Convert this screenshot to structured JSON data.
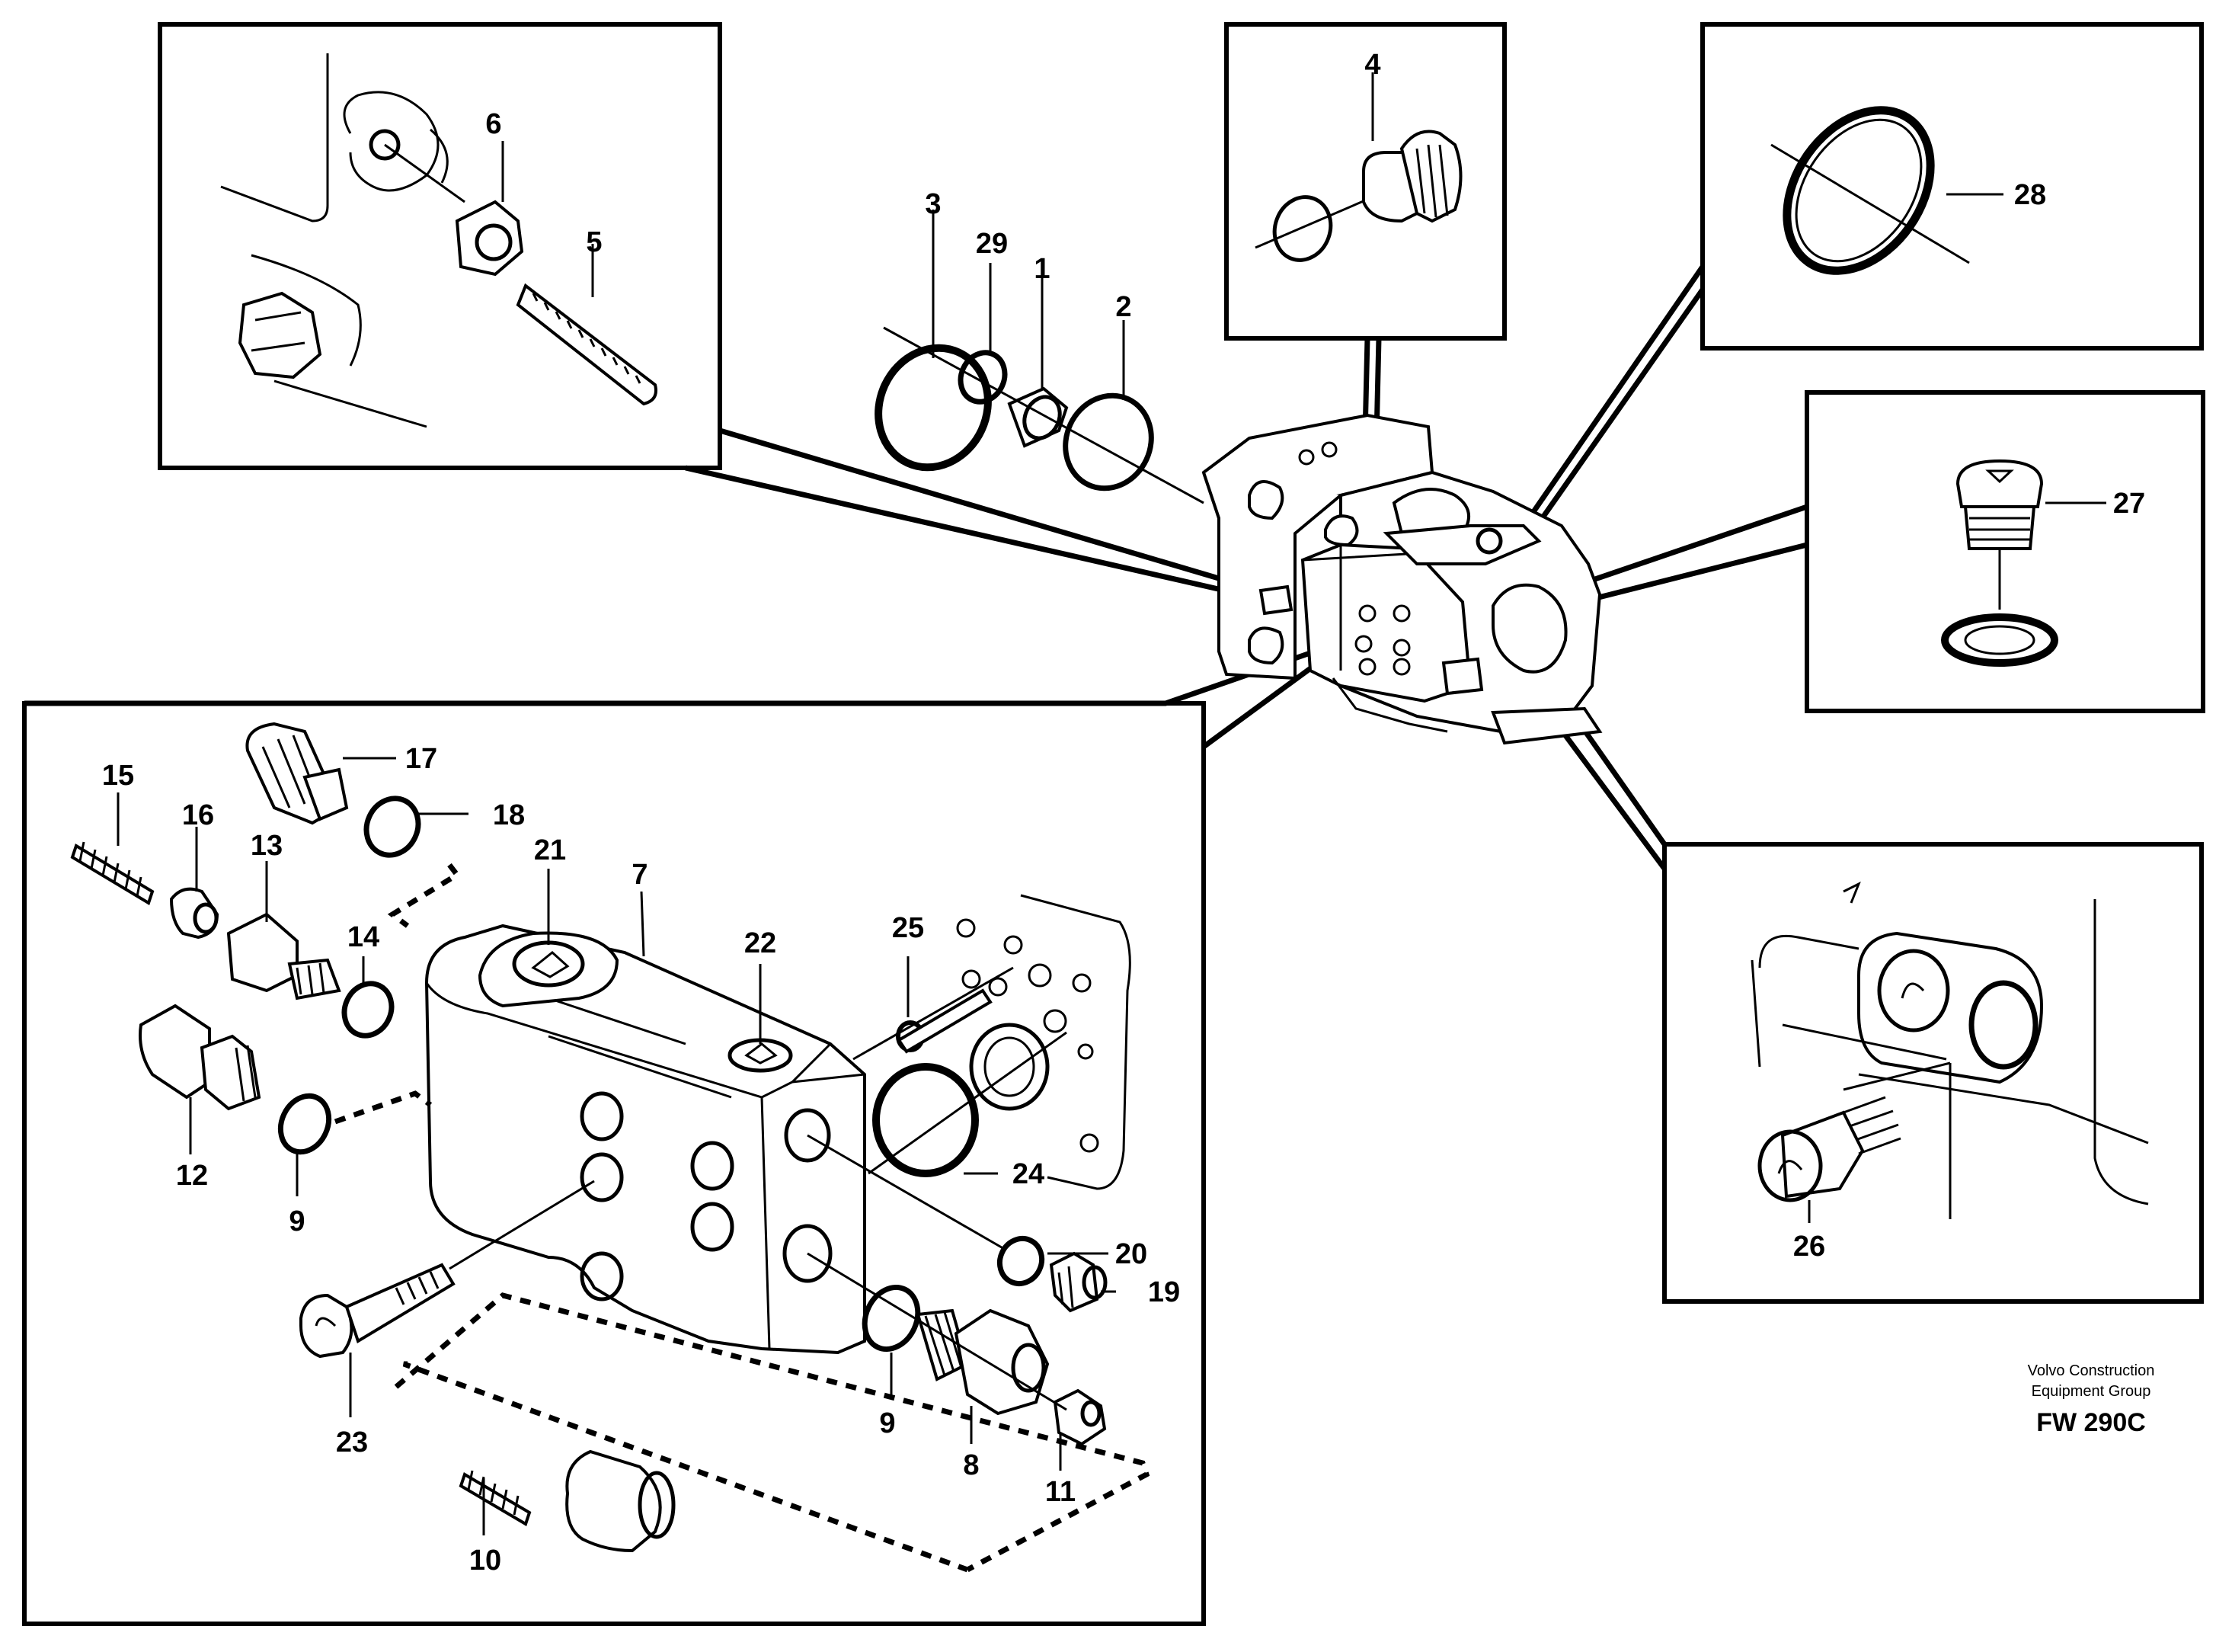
{
  "diagram": {
    "callouts": {
      "c1": "1",
      "c2": "2",
      "c3": "3",
      "c4": "4",
      "c5": "5",
      "c6": "6",
      "c7": "7",
      "c8": "8",
      "c9a": "9",
      "c9b": "9",
      "c10": "10",
      "c11": "11",
      "c12": "12",
      "c13": "13",
      "c14": "14",
      "c15": "15",
      "c16": "16",
      "c17": "17",
      "c18": "18",
      "c19": "19",
      "c20": "20",
      "c21": "21",
      "c22": "22",
      "c23": "23",
      "c24": "24",
      "c25": "25",
      "c26": "26",
      "c27": "27",
      "c28": "28",
      "c29": "29"
    },
    "credit": {
      "line1": "Volvo Construction",
      "line2": "Equipment Group",
      "reference": "FW 290C"
    }
  }
}
